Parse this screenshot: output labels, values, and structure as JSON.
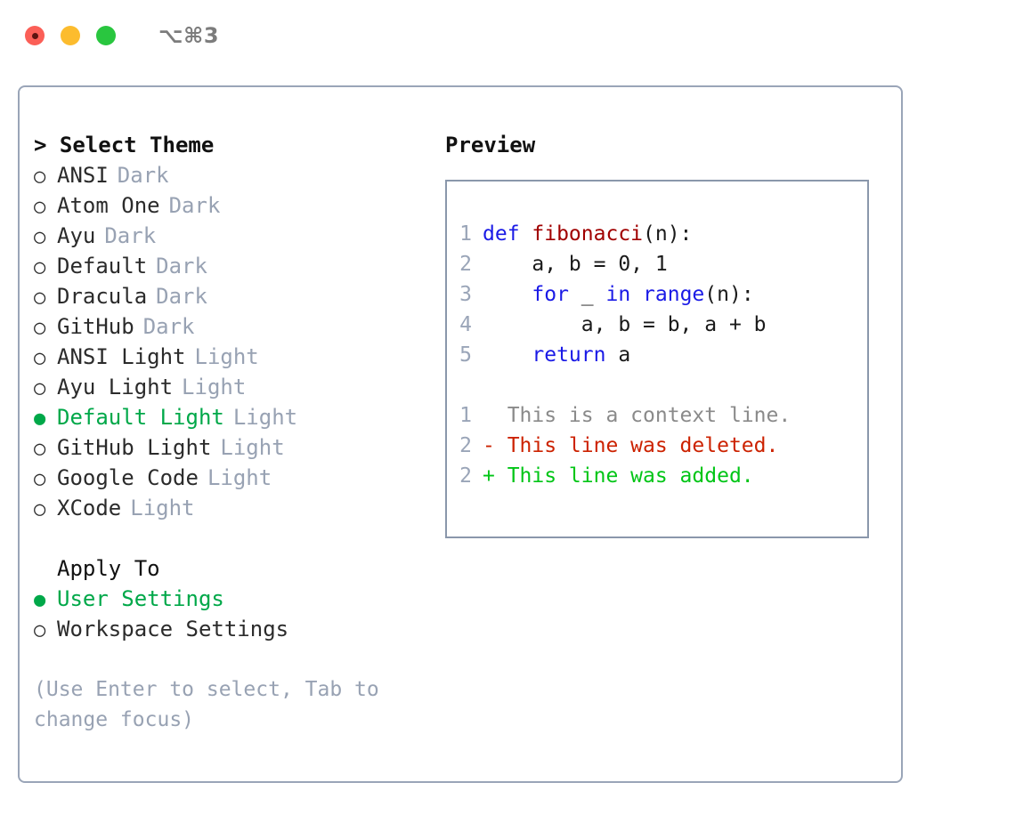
{
  "window": {
    "shortcut": "⌥⌘3",
    "traffic_lights": [
      "close-red",
      "minimize-yellow",
      "maximize-green"
    ]
  },
  "theme_list": {
    "heading_caret": ">",
    "heading": "Select Theme",
    "bullet_unselected": "○",
    "bullet_selected": "●",
    "items": [
      {
        "label": "ANSI",
        "variant": "Dark",
        "selected": false
      },
      {
        "label": "Atom One",
        "variant": "Dark",
        "selected": false
      },
      {
        "label": "Ayu",
        "variant": "Dark",
        "selected": false
      },
      {
        "label": "Default",
        "variant": "Dark",
        "selected": false
      },
      {
        "label": "Dracula",
        "variant": "Dark",
        "selected": false
      },
      {
        "label": "GitHub",
        "variant": "Dark",
        "selected": false
      },
      {
        "label": "ANSI Light",
        "variant": "Light",
        "selected": false
      },
      {
        "label": "Ayu Light",
        "variant": "Light",
        "selected": false
      },
      {
        "label": "Default Light",
        "variant": "Light",
        "selected": true
      },
      {
        "label": "GitHub Light",
        "variant": "Light",
        "selected": false
      },
      {
        "label": "Google Code",
        "variant": "Light",
        "selected": false
      },
      {
        "label": "XCode",
        "variant": "Light",
        "selected": false
      }
    ]
  },
  "apply_to": {
    "title": "Apply To",
    "items": [
      {
        "label": "User Settings",
        "selected": true
      },
      {
        "label": "Workspace Settings",
        "selected": false
      }
    ]
  },
  "hint": "(Use Enter to select, Tab to change focus)",
  "preview": {
    "title": "Preview",
    "code_lines": [
      {
        "num": "1",
        "tokens": [
          {
            "text": "def ",
            "kind": "kw"
          },
          {
            "text": "fibonacci",
            "kind": "fn"
          },
          {
            "text": "(n):",
            "kind": "plain"
          }
        ]
      },
      {
        "num": "2",
        "tokens": [
          {
            "text": "    a, b = 0, 1",
            "kind": "plain"
          }
        ]
      },
      {
        "num": "3",
        "tokens": [
          {
            "text": "    ",
            "kind": "plain"
          },
          {
            "text": "for",
            "kind": "kw"
          },
          {
            "text": " _ ",
            "kind": "plain"
          },
          {
            "text": "in",
            "kind": "kw"
          },
          {
            "text": " ",
            "kind": "plain"
          },
          {
            "text": "range",
            "kind": "kw"
          },
          {
            "text": "(n):",
            "kind": "plain"
          }
        ]
      },
      {
        "num": "4",
        "tokens": [
          {
            "text": "        a, b = b, a + b",
            "kind": "plain"
          }
        ]
      },
      {
        "num": "5",
        "tokens": [
          {
            "text": "    ",
            "kind": "plain"
          },
          {
            "text": "return",
            "kind": "kw"
          },
          {
            "text": " a",
            "kind": "plain"
          }
        ]
      }
    ],
    "diff_lines": [
      {
        "num": "1",
        "marker": " ",
        "text": "  This is a context line.",
        "kind": "ctx"
      },
      {
        "num": "2",
        "marker": "-",
        "text": "- This line was deleted.",
        "kind": "del"
      },
      {
        "num": "2",
        "marker": "+",
        "text": "+ This line was added.",
        "kind": "add"
      }
    ]
  },
  "colors": {
    "selected_green": "#00a849",
    "added_green": "#00c516",
    "deleted_red": "#cc2200",
    "function_red": "#a00000",
    "keyword_blue": "#1a1ae6",
    "muted_gray": "#98a2b3",
    "border": "#9aa5b8",
    "preview_border": "#8a97ab"
  }
}
